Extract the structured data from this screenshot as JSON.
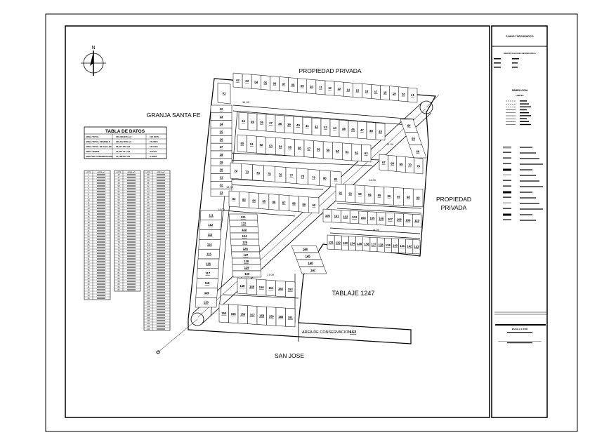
{
  "labels": {
    "north": "N",
    "propiedad_privada_top": "PROPIEDAD PRIVADA",
    "granja": "GRANJA SANTA FE",
    "propiedad_privada_right_1": "PROPIEDAD",
    "propiedad_privada_right_2": "PRIVADA",
    "tablaje": "TABLAJE 1247",
    "san_jose": "SAN JOSE",
    "conservacion": "AREA DE CONSERVACION",
    "conservacion_lot": "162",
    "street_width": "14.00",
    "street_width_2": "17.09"
  },
  "data_table": {
    "title": "TABLA DE DATOS",
    "rows": [
      [
        "AREA TOTAL",
        "350,438.395 m2",
        "100.000%"
      ],
      [
        "AREA TOTAL VENDIBLE",
        "239,012.658 m2",
        "74.205%"
      ],
      [
        "AREA TOTAL DE CALLES",
        "56,217.879 m2",
        "16.041%"
      ],
      [
        "AREA VERDE",
        "13,357.141 m2",
        "3.814%"
      ],
      [
        "AREA DE CONSERVACION",
        "13,768.670 m2",
        "3.489%"
      ]
    ]
  },
  "lot_tables": {
    "headers": [
      "LOTE",
      "AREA m2"
    ],
    "ranges": [
      [
        1,
        45
      ],
      [
        46,
        87
      ],
      [
        88,
        143
      ]
    ]
  },
  "blocks": {
    "top": [
      2,
      3,
      4,
      5,
      6,
      7,
      8,
      9,
      10,
      11,
      12,
      13,
      14,
      15,
      16,
      17,
      18,
      19,
      20,
      21
    ],
    "b34": [
      34,
      35,
      36,
      37,
      38,
      39,
      40,
      41,
      42,
      43,
      44,
      45,
      46,
      47,
      48,
      49
    ],
    "b50": [
      50,
      51,
      52,
      53,
      54,
      55,
      56,
      57,
      58,
      59,
      60,
      61,
      62,
      63
    ],
    "left": [
      22,
      23,
      24,
      25,
      26,
      27,
      28,
      29,
      30,
      31,
      32,
      33
    ],
    "b72": [
      72,
      73,
      74,
      75,
      76,
      77,
      78,
      79,
      80,
      81
    ],
    "b82": [
      82,
      83,
      84,
      85,
      86,
      87,
      88,
      89,
      90
    ],
    "r64": [
      64,
      65,
      66
    ],
    "b67": [
      67,
      68,
      69,
      70,
      71
    ],
    "b91": [
      91,
      92,
      93,
      94,
      95,
      96,
      97,
      98,
      99
    ],
    "b100": [
      100,
      101,
      102,
      103,
      104,
      105,
      106,
      107,
      108,
      109,
      110
    ],
    "b131": [
      131,
      132,
      133,
      134,
      135,
      136,
      137,
      138,
      139,
      140,
      141,
      142,
      143
    ],
    "left2": [
      111,
      112,
      113,
      114,
      115,
      116,
      117,
      118,
      119,
      120
    ],
    "b121": [
      121,
      122,
      123,
      124,
      125,
      126,
      127,
      128,
      129,
      130
    ],
    "b144": [
      144,
      145,
      146,
      147
    ],
    "b148": [
      148,
      149,
      150,
      151,
      152,
      153
    ],
    "b154": [
      154,
      155,
      156,
      157,
      158,
      159,
      160,
      161
    ],
    "single": [
      1
    ]
  },
  "title_block": {
    "title": "PLANO TOPOGRAFICO",
    "identification": "IDENTIFICACION GEOGRAFICA",
    "simbologia": "SIMBOLOGIA",
    "limites": "LIMITES",
    "escala": "ESCALA 1:2500"
  }
}
